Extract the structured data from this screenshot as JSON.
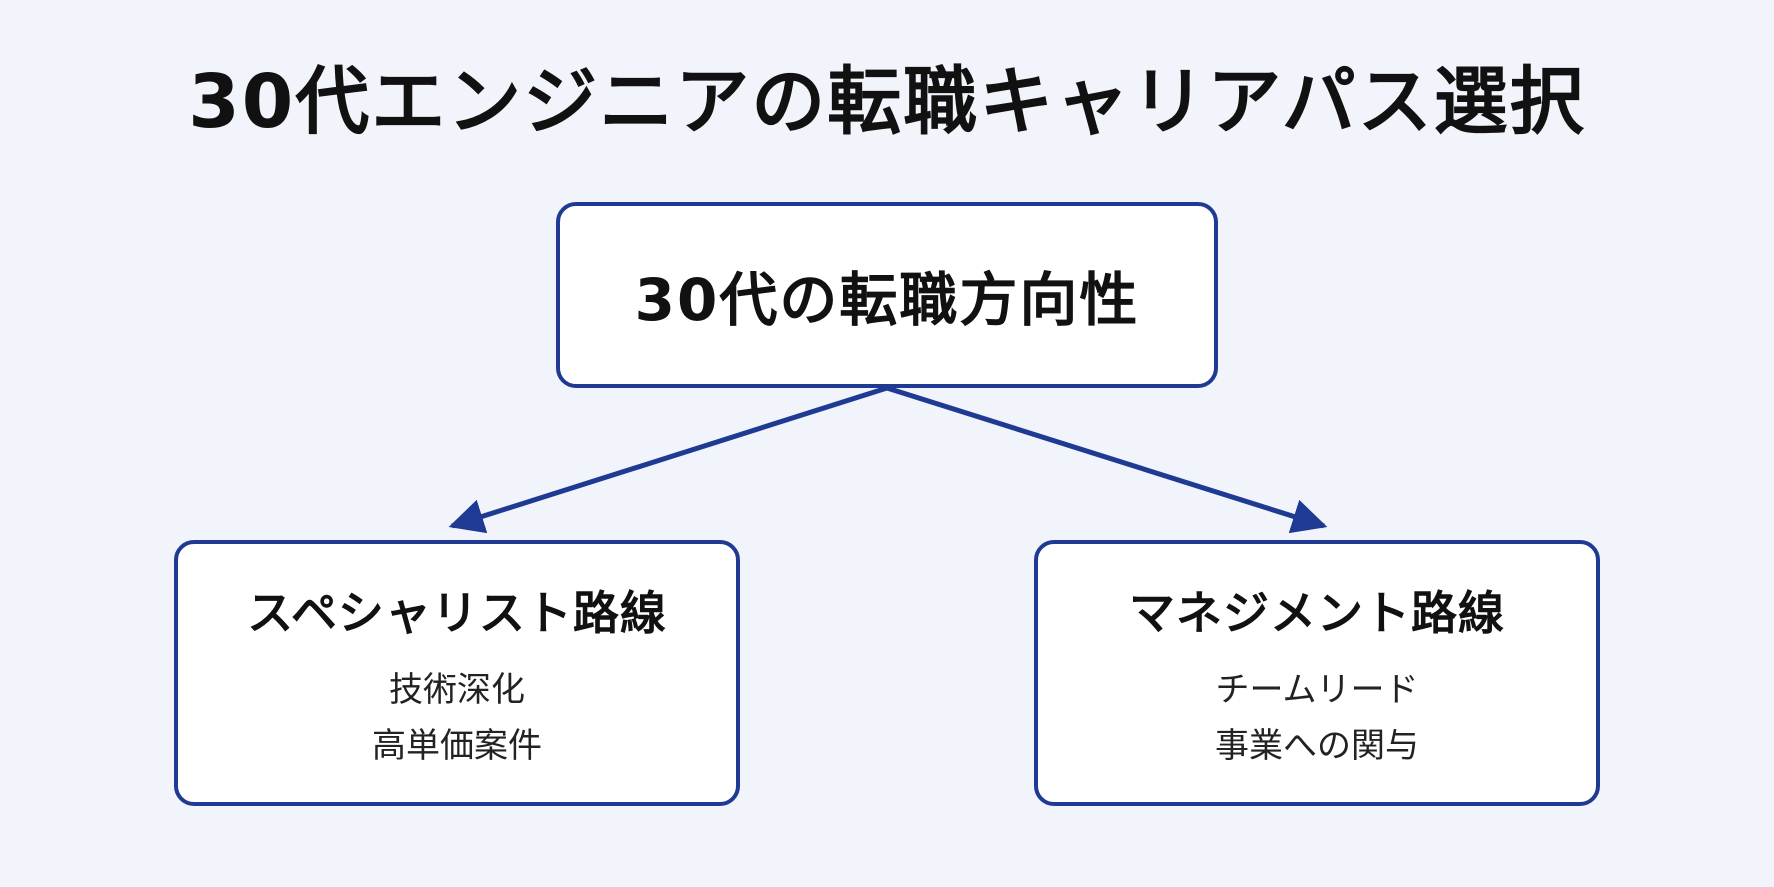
{
  "title": "30代エンジニアの転職キャリアパス選択",
  "root": {
    "label": "30代の転職方向性"
  },
  "branches": [
    {
      "title": "スペシャリスト路線",
      "items": [
        "技術深化",
        "高単価案件"
      ]
    },
    {
      "title": "マネジメント路線",
      "items": [
        "チームリード",
        "事業への関与"
      ]
    }
  ],
  "colors": {
    "background": "#f1f4fa",
    "border": "#1f3a93",
    "arrow": "#1f3a93",
    "text": "#111111"
  }
}
